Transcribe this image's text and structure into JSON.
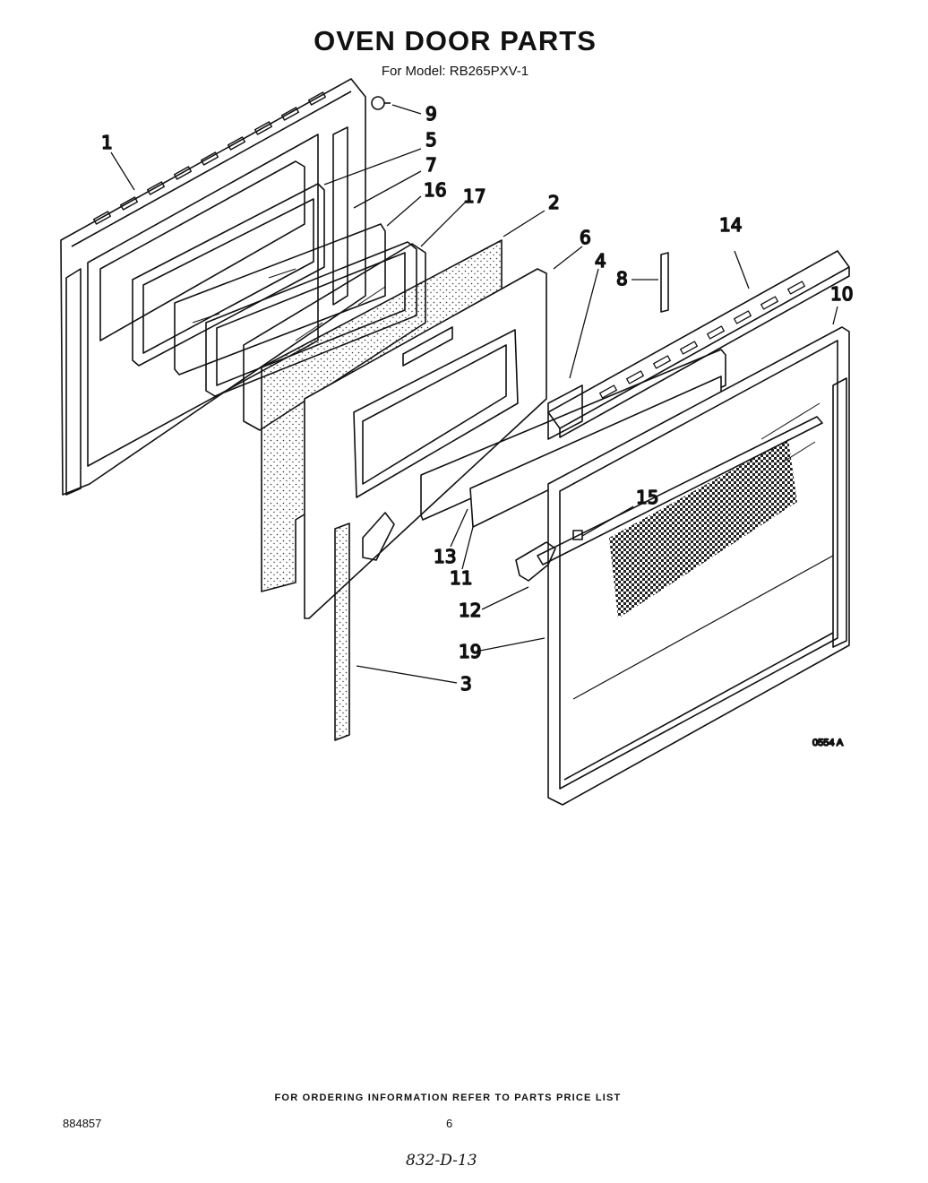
{
  "header": {
    "title": "OVEN DOOR PARTS",
    "model_line": "For Model: RB265PXV-1"
  },
  "callouts": {
    "c1": "1",
    "c2": "2",
    "c3": "3",
    "c4": "4",
    "c5": "5",
    "c6": "6",
    "c7": "7",
    "c8": "8",
    "c9": "9",
    "c10": "10",
    "c11": "11",
    "c12": "12",
    "c13": "13",
    "c14": "14",
    "c15": "15",
    "c16": "16",
    "c17": "17",
    "c19": "19"
  },
  "figure_code": "0554 A",
  "footer": {
    "ordering_note": "FOR ORDERING INFORMATION REFER TO PARTS PRICE LIST",
    "doc_number": "884857",
    "page_number": "6",
    "handwritten_code": "832-D-13"
  }
}
